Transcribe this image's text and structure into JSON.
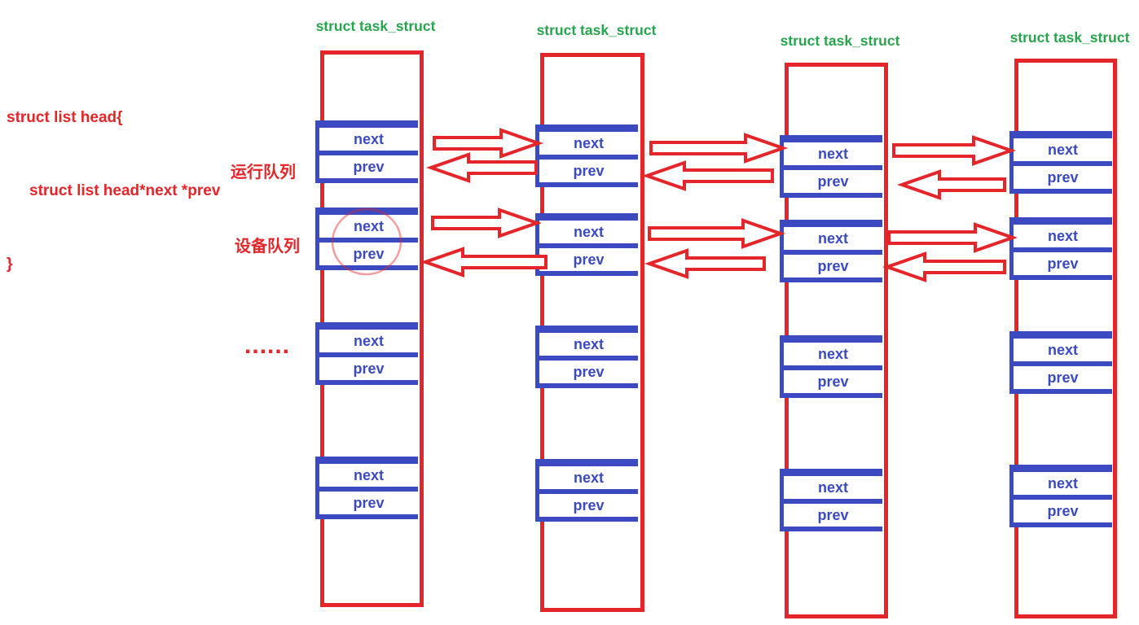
{
  "code_block": {
    "line1": "struct list head{",
    "line2": "struct list head*next *prev",
    "line3": "}"
  },
  "labels": {
    "run_queue": "运行队列",
    "device_queue": "设备队列",
    "ellipsis": "......"
  },
  "columns": [
    {
      "header": "struct task_struct"
    },
    {
      "header": "struct task_struct"
    },
    {
      "header": "struct task_struct"
    },
    {
      "header": "struct task_struct"
    }
  ],
  "cell": {
    "next": "next",
    "prev": "prev"
  },
  "colors": {
    "red": "#e4252a",
    "green": "#29a44e",
    "blue": "#3b4ac1",
    "background": "#ffffff"
  }
}
